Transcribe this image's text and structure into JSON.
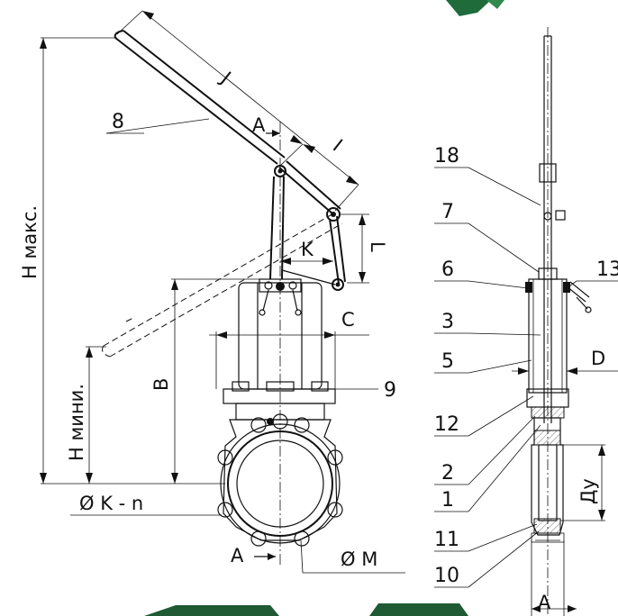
{
  "labels": {
    "h_max": "H макс.",
    "h_min": "H мини.",
    "b": "B",
    "j": "J",
    "i": "I",
    "l": "L",
    "k": "K",
    "c": "C",
    "d": "D",
    "du": "Ду",
    "section_a_top": "A",
    "section_a_bottom": "A",
    "section_a_side": "A",
    "k_n": "Ø K - n",
    "m": "Ø M"
  },
  "parts": {
    "p1": "1",
    "p2": "2",
    "p3": "3",
    "p5": "5",
    "p6": "6",
    "p7": "7",
    "p8": "8",
    "p9": "9",
    "p10": "10",
    "p11": "11",
    "p12": "12",
    "p13": "13",
    "p18": "18"
  },
  "colors": {
    "line": "#111111",
    "accent_green": "#1f6b3a"
  }
}
